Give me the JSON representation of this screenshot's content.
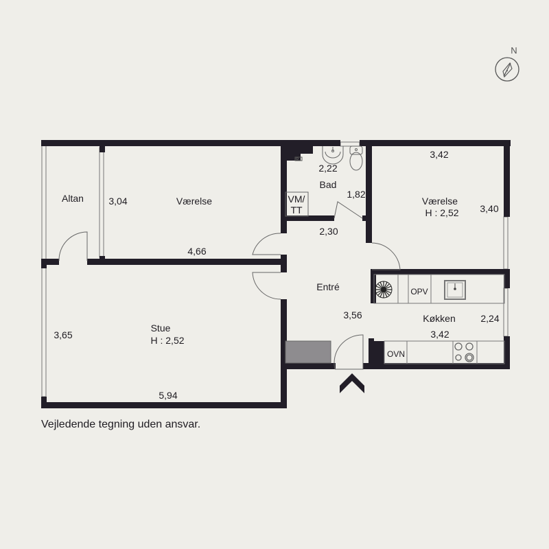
{
  "colors": {
    "background": "#efeee9",
    "wall": "#221e28",
    "counter_gray": "#8e8c8f",
    "line": "#555555"
  },
  "compass": {
    "label": "N",
    "icon": "compass-icon"
  },
  "rooms": {
    "altan": {
      "name": "Altan"
    },
    "vaerelse_west": {
      "name": "Værelse",
      "width": "4,66",
      "depth": "3,04"
    },
    "bad": {
      "name": "Bad",
      "width": "2,22",
      "depth": "1,82",
      "vm_tt_line1": "VM/",
      "vm_tt_line2": "TT"
    },
    "vaerelse_east": {
      "name": "Værelse",
      "height": "H : 2,52",
      "width": "3,42",
      "depth": "3,40"
    },
    "entre": {
      "name": "Entré",
      "width": "2,30",
      "depth": "3,56"
    },
    "kokken": {
      "name": "Køkken",
      "width": "3,42",
      "depth": "2,24",
      "dishwasher": "OPV",
      "oven": "OVN"
    },
    "stue": {
      "name": "Stue",
      "height": "H : 2,52",
      "width": "5,94",
      "depth": "3,65"
    }
  },
  "disclaimer": "Vejledende tegning uden ansvar."
}
